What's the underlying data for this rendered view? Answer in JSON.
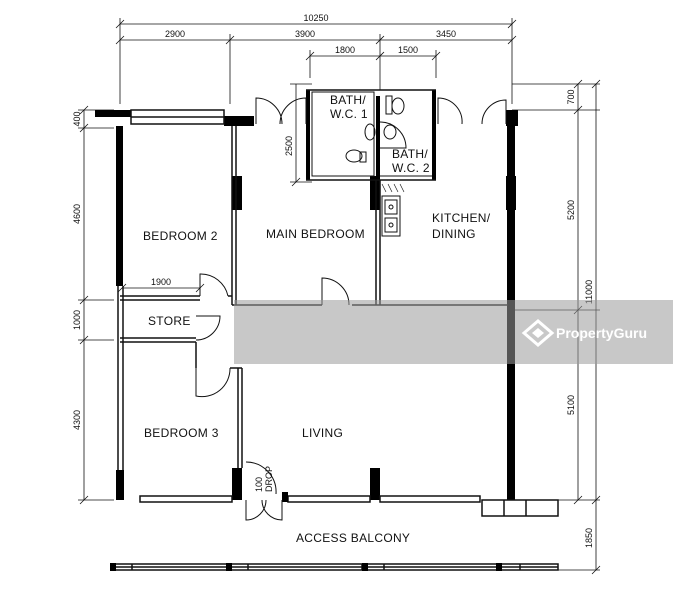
{
  "rooms": {
    "bath1_line1": "BATH/",
    "bath1_line2": "W.C. 1",
    "bath2_line1": "BATH/",
    "bath2_line2": "W.C. 2",
    "kitchen_line1": "KITCHEN/",
    "kitchen_line2": "DINING",
    "bedroom2": "BEDROOM 2",
    "main_bedroom": "MAIN BEDROOM",
    "store": "STORE",
    "bedroom3": "BEDROOM 3",
    "living": "LIVING",
    "drop_line1": "100",
    "drop_line2": "DROP",
    "access_balcony": "ACCESS BALCONY"
  },
  "dimensions": {
    "top_total": "10250",
    "top_a": "2900",
    "top_b": "3900",
    "top_c": "3450",
    "top_d": "1800",
    "top_e": "1500",
    "left_a": "400",
    "left_b": "4600",
    "left_c": "1000",
    "left_d": "4300",
    "inner_2500": "2500",
    "store_1900": "1900",
    "right_700": "700",
    "right_5200": "5200",
    "right_5100": "5100",
    "right_11000": "11000",
    "right_1850": "1850"
  },
  "watermark": {
    "brand": "PropertyGuru"
  }
}
